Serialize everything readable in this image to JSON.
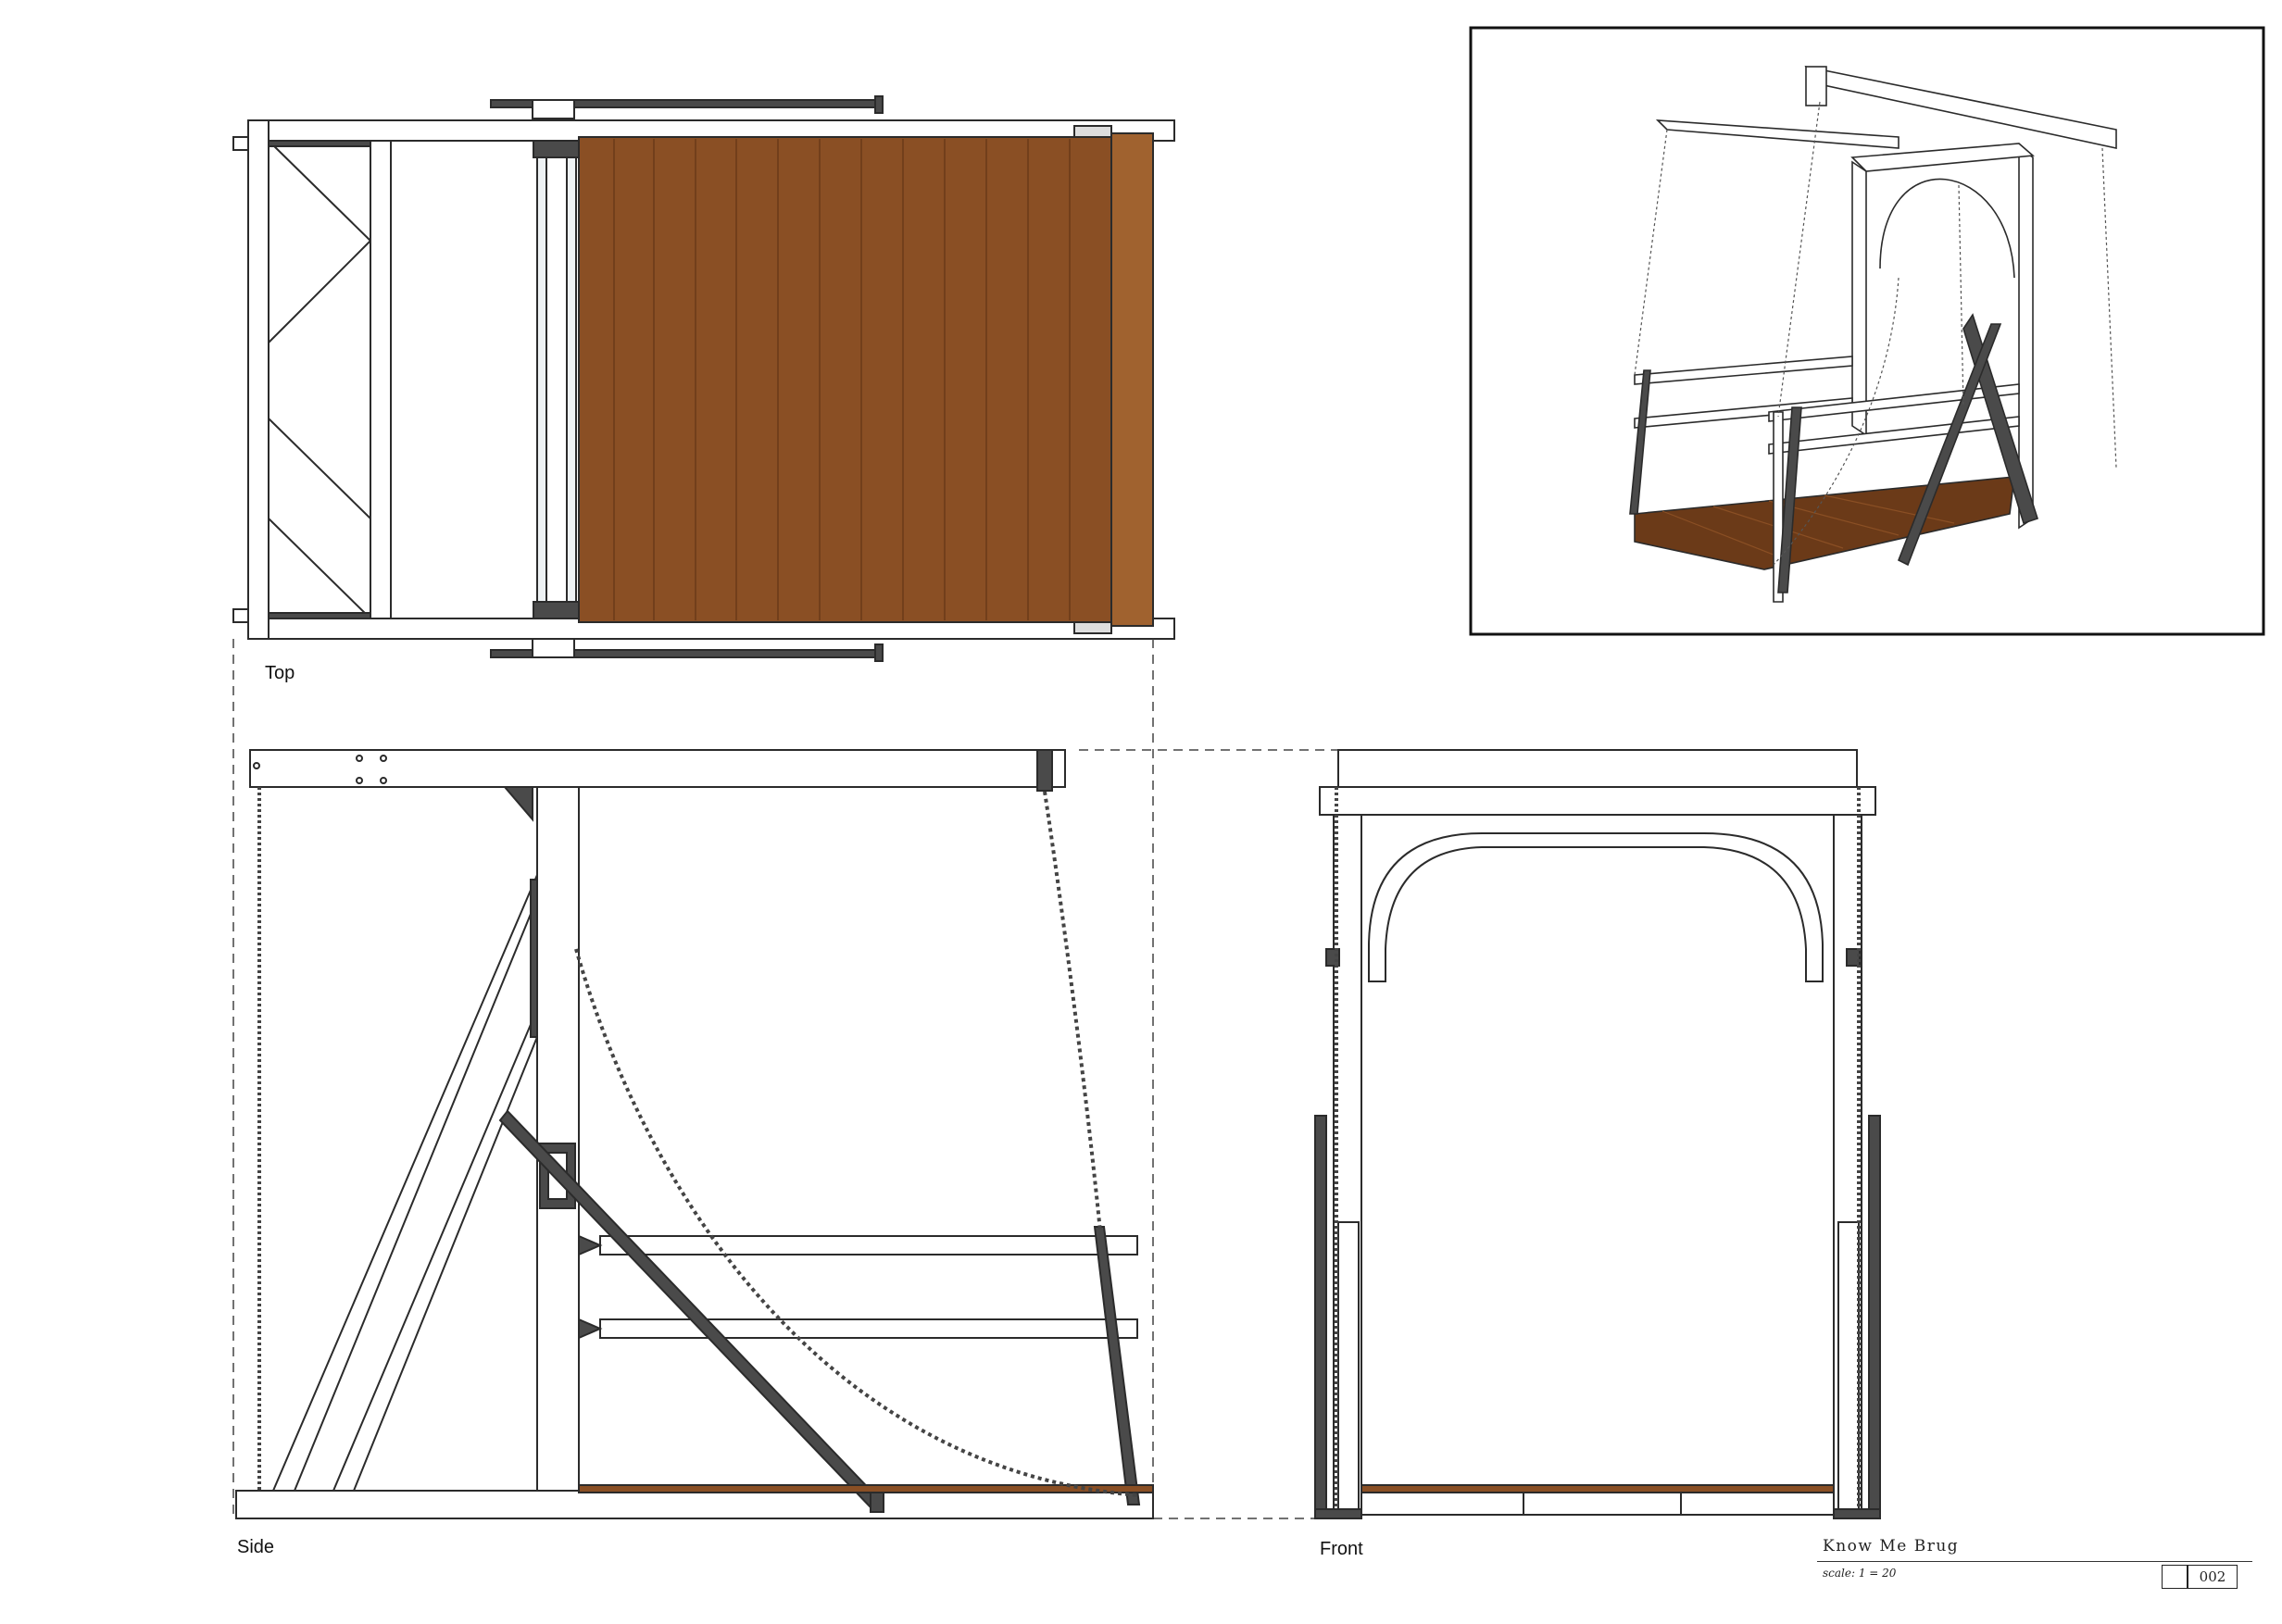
{
  "views": {
    "top_label": "Top",
    "side_label": "Side",
    "front_label": "Front"
  },
  "title_block": {
    "project_name": "Know Me Brug",
    "scale": "scale: 1 = 20",
    "sheet_number": "002"
  },
  "colors": {
    "line": "#2b2b2b",
    "steel": "#4a4a4a",
    "deck_wood": "#8a4f24",
    "deck_wood_light": "#a0622f",
    "background": "#ffffff"
  }
}
